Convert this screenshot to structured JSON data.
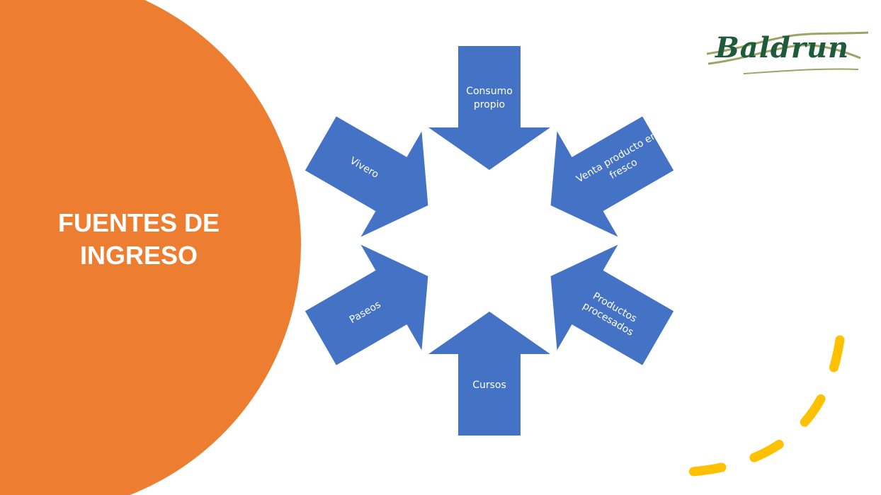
{
  "slide": {
    "title_line1": "FUENTES DE",
    "title_line2": "INGRESO",
    "logo_text": "Baldrun"
  },
  "diagram": {
    "arrows": [
      {
        "label_line1": "Consumo",
        "label_line2": "propio"
      },
      {
        "label_line1": "Venta producto en",
        "label_line2": "fresco"
      },
      {
        "label_line1": "Productos",
        "label_line2": "procesados"
      },
      {
        "label_line1": "Cursos",
        "label_line2": ""
      },
      {
        "label_line1": "Paseos",
        "label_line2": ""
      },
      {
        "label_line1": "Vivero",
        "label_line2": ""
      }
    ]
  },
  "colors": {
    "accent_orange": "#ED7D31",
    "arrow_blue": "#4472C4",
    "dash_yellow": "#FFC000",
    "logo_green": "#1F5A3A",
    "logo_olive": "#9AA566"
  }
}
